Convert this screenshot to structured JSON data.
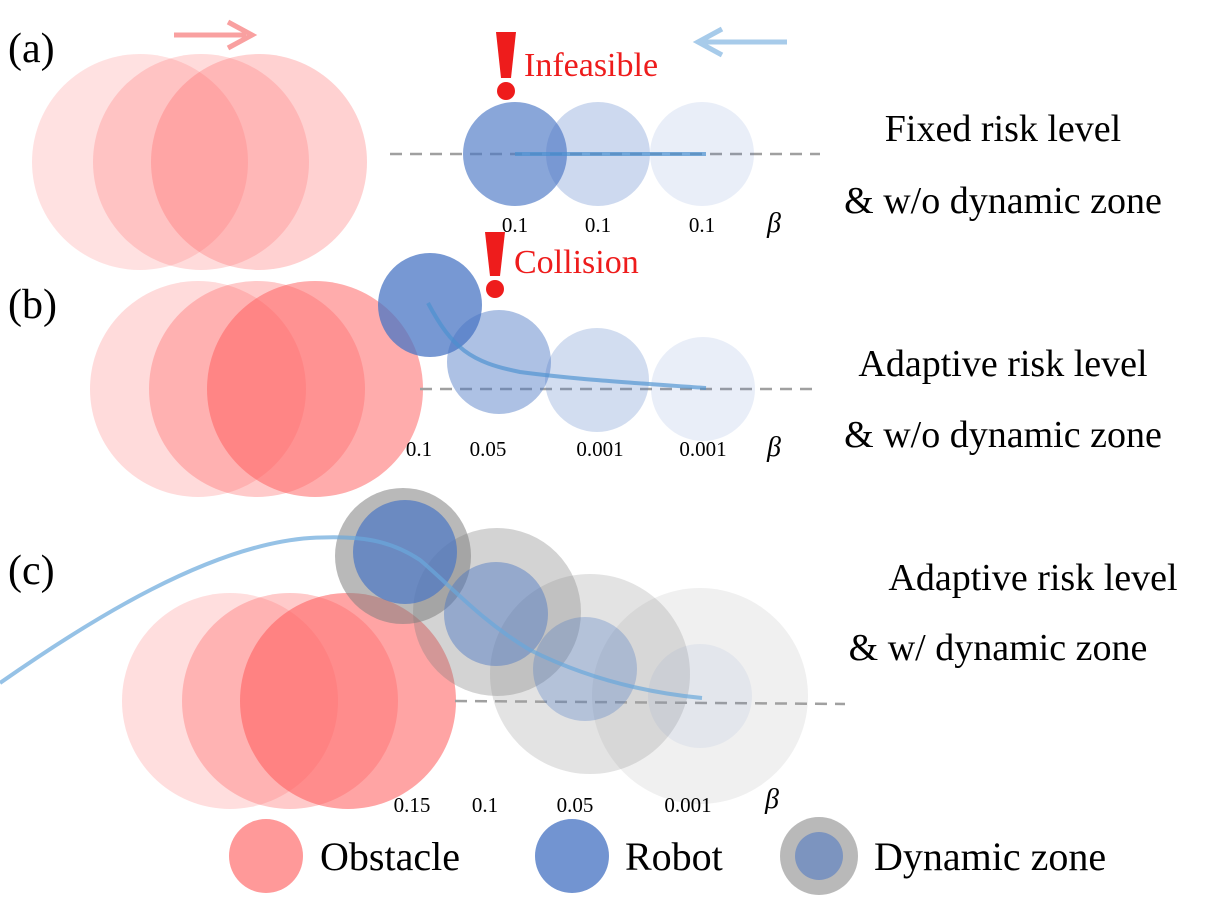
{
  "colors": {
    "obstacle": "#ff5a5a",
    "robot": "#4a76c4",
    "zone": "#808080",
    "path": "#8ec0e6",
    "warning": "#ee1c1c",
    "arrow_obstacle": "#f9a0a0",
    "arrow_robot": "#a7cbea"
  },
  "panels": [
    {
      "label": "(a)",
      "caption_line1": "Fixed risk level",
      "caption_line2": "& w/o dynamic zone",
      "warning": "Infeasible",
      "beta_values": [
        "0.1",
        "0.1",
        "0.1"
      ],
      "beta_symbol": "β"
    },
    {
      "label": "(b)",
      "caption_line1": "Adaptive risk level",
      "caption_line2": "& w/o dynamic zone",
      "warning": "Collision",
      "beta_values": [
        "0.1",
        "0.05",
        "0.001",
        "0.001"
      ],
      "beta_symbol": "β"
    },
    {
      "label": "(c)",
      "caption_line1": "Adaptive risk level",
      "caption_line2": "& w/ dynamic zone",
      "beta_values": [
        "0.15",
        "0.1",
        "0.05",
        "0.001"
      ],
      "beta_symbol": "β"
    }
  ],
  "legend": {
    "obstacle": "Obstacle",
    "robot": "Robot",
    "zone": "Dynamic zone"
  }
}
